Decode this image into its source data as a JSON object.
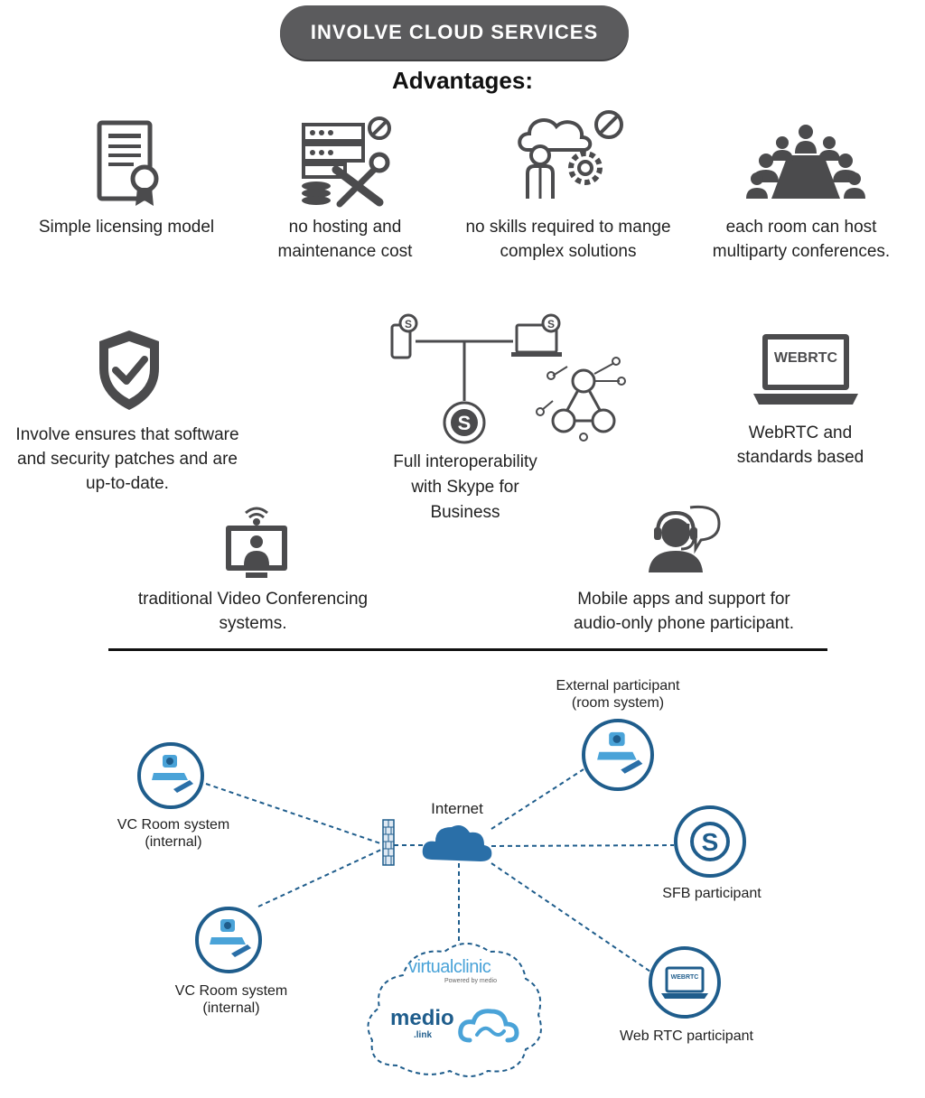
{
  "header": {
    "title": "INVOLVE CLOUD SERVICES",
    "subtitle": "Advantages:"
  },
  "advantages": {
    "licensing": "Simple licensing model",
    "hosting": "no hosting and maintenance cost",
    "skills": "no skills required to mange complex solutions",
    "multiparty": "each room can host multiparty conferences.",
    "security": "Involve ensures that software and security patches and are up-to-date.",
    "skype": "Full interoperability with Skype for Business",
    "webrtc": "WebRTC and standards based",
    "vc": "traditional Video Conferencing systems.",
    "mobile": "Mobile apps and support for audio-only phone participant.",
    "webrtc_screen_text": "WEBRTC"
  },
  "diagram": {
    "internet_label": "Internet",
    "nodes": {
      "vc_room_1": "VC Room system (internal)",
      "vc_room_2": "VC Room system (internal)",
      "external": "External participant (room system)",
      "sfb": "SFB participant",
      "webrtc": "Web RTC participant",
      "webrtc_screen_text": "WEBRTC"
    },
    "cloud_brands": {
      "virtualclinic": "virtualclinic",
      "powered_by": "Powered by medio",
      "medio": "medio",
      "medio_link": ".link"
    }
  },
  "colors": {
    "banner": "#5b5b5d",
    "icon_gray": "#4b4b4d",
    "diagram_blue": "#1f5d8c",
    "cloud_blue": "#2a6fa8",
    "device_blue": "#4aa3d8"
  }
}
